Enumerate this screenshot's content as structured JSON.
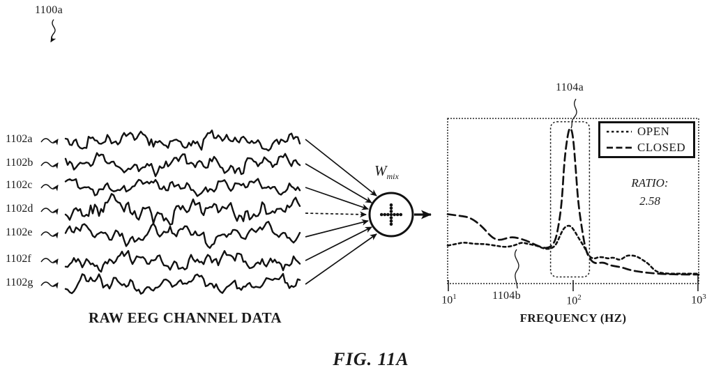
{
  "figure": {
    "ref": "1100a",
    "caption": "FIG. 11A"
  },
  "eeg": {
    "caption": "RAW EEG CHANNEL DATA",
    "channels": [
      {
        "label": "1102a"
      },
      {
        "label": "1102b"
      },
      {
        "label": "1102c"
      },
      {
        "label": "1102d"
      },
      {
        "label": "1102e"
      },
      {
        "label": "1102f"
      },
      {
        "label": "1102g"
      }
    ]
  },
  "mixer": {
    "weight_symbol": "W",
    "weight_subscript": "mix",
    "node_icon": "plus-in-circle"
  },
  "plot": {
    "legend": {
      "open_label": "OPEN",
      "closed_label": "CLOSED"
    },
    "ratio_label": "RATIO:",
    "ratio_value": "2.58",
    "peak_ref": "1104a",
    "curve_ref": "1104b",
    "axis": {
      "label": "FREQUENCY (HZ)",
      "tick_base": "10",
      "tick_exponents": [
        "1",
        "2",
        "3"
      ]
    }
  },
  "colors": {
    "ink": "#111111",
    "background": "#ffffff"
  },
  "chart_data": {
    "type": "line",
    "title": "",
    "xlabel": "FREQUENCY (HZ)",
    "ylabel": "",
    "x_scale": "log10",
    "x_ticks": [
      "10^1",
      "10^2",
      "10^3"
    ],
    "xlim_log": [
      1,
      3
    ],
    "grid": false,
    "legend_position": "top-right",
    "annotations": [
      {
        "label": "1104a",
        "target": "dashed box around spectral peak",
        "logf_range": [
          1.82,
          2.13
        ],
        "power_range": [
          0.04,
          0.98
        ]
      },
      {
        "label": "1104b",
        "target": "OPEN curve at logf 1.77"
      },
      {
        "label": "RATIO: 2.58",
        "target": "peak power ratio CLOSED/OPEN"
      }
    ],
    "series": [
      {
        "name": "OPEN",
        "dash": "short",
        "points": [
          [
            1.0,
            0.23
          ],
          [
            1.07,
            0.24
          ],
          [
            1.13,
            0.25
          ],
          [
            1.21,
            0.24
          ],
          [
            1.29,
            0.24
          ],
          [
            1.38,
            0.23
          ],
          [
            1.46,
            0.22
          ],
          [
            1.53,
            0.23
          ],
          [
            1.59,
            0.25
          ],
          [
            1.64,
            0.24
          ],
          [
            1.71,
            0.23
          ],
          [
            1.77,
            0.21
          ],
          [
            1.82,
            0.21
          ],
          [
            1.86,
            0.23
          ],
          [
            1.89,
            0.28
          ],
          [
            1.92,
            0.33
          ],
          [
            1.95,
            0.35
          ],
          [
            1.98,
            0.35
          ],
          [
            2.01,
            0.32
          ],
          [
            2.04,
            0.28
          ],
          [
            2.09,
            0.22
          ],
          [
            2.13,
            0.16
          ],
          [
            2.17,
            0.15
          ],
          [
            2.2,
            0.16
          ],
          [
            2.24,
            0.16
          ],
          [
            2.28,
            0.15
          ],
          [
            2.32,
            0.16
          ],
          [
            2.37,
            0.14
          ],
          [
            2.41,
            0.16
          ],
          [
            2.43,
            0.17
          ],
          [
            2.48,
            0.17
          ],
          [
            2.52,
            0.16
          ],
          [
            2.56,
            0.14
          ],
          [
            2.6,
            0.12
          ],
          [
            2.66,
            0.07
          ],
          [
            2.74,
            0.06
          ],
          [
            2.85,
            0.06
          ],
          [
            3.0,
            0.06
          ]
        ]
      },
      {
        "name": "CLOSED",
        "dash": "long",
        "points": [
          [
            1.0,
            0.42
          ],
          [
            1.1,
            0.41
          ],
          [
            1.18,
            0.4
          ],
          [
            1.27,
            0.35
          ],
          [
            1.35,
            0.28
          ],
          [
            1.41,
            0.26
          ],
          [
            1.49,
            0.28
          ],
          [
            1.54,
            0.28
          ],
          [
            1.63,
            0.26
          ],
          [
            1.71,
            0.23
          ],
          [
            1.79,
            0.21
          ],
          [
            1.85,
            0.24
          ],
          [
            1.88,
            0.33
          ],
          [
            1.91,
            0.49
          ],
          [
            1.93,
            0.75
          ],
          [
            1.96,
            0.92
          ],
          [
            1.98,
            0.95
          ],
          [
            2.0,
            0.89
          ],
          [
            2.02,
            0.7
          ],
          [
            2.04,
            0.49
          ],
          [
            2.07,
            0.33
          ],
          [
            2.1,
            0.2
          ],
          [
            2.14,
            0.14
          ],
          [
            2.18,
            0.12
          ],
          [
            2.24,
            0.13
          ],
          [
            2.29,
            0.11
          ],
          [
            2.38,
            0.1
          ],
          [
            2.46,
            0.08
          ],
          [
            2.54,
            0.07
          ],
          [
            2.66,
            0.06
          ],
          [
            2.82,
            0.055
          ],
          [
            3.0,
            0.055
          ]
        ]
      }
    ]
  }
}
